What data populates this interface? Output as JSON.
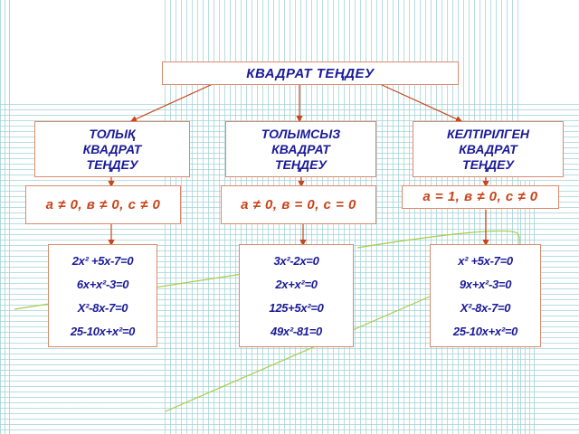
{
  "root": {
    "label": "КВАДРАТ ТЕҢДЕУ"
  },
  "categories": [
    {
      "label_lines": [
        "ТОЛЫҚ",
        "КВАДРАТ",
        "ТЕҢДЕУ"
      ],
      "condition": "a ≠ 0, в ≠ 0, c ≠ 0",
      "equations": [
        "2x² +5x-7=0",
        "6x+x²-3=0",
        "X²-8x-7=0",
        "25-10x+x²=0"
      ]
    },
    {
      "label_lines": [
        "ТОЛЫМСЫЗ",
        "КВАДРАТ",
        "ТЕҢДЕУ"
      ],
      "condition": "a ≠ 0, в = 0, c = 0",
      "equations": [
        "3x²-2x=0",
        "2x+x²=0",
        "125+5x²=0",
        "49x²-81=0"
      ]
    },
    {
      "label_lines": [
        "КЕЛТІРІЛГЕН",
        "КВАДРАТ",
        "ТЕҢДЕУ"
      ],
      "condition": "a = 1, в ≠ 0, c ≠ 0",
      "equations": [
        "x² +5x-7=0",
        "9x+x²-3=0",
        "X²-8x-7=0",
        "25-10x+x²=0"
      ]
    }
  ],
  "colors": {
    "title_text": "#1a1a99",
    "condition_text": "#c8441a",
    "box_border": "#d98a6e",
    "arrow": "#c8441a",
    "connector": "#a8cc44",
    "grid": "#a0d2d7"
  }
}
